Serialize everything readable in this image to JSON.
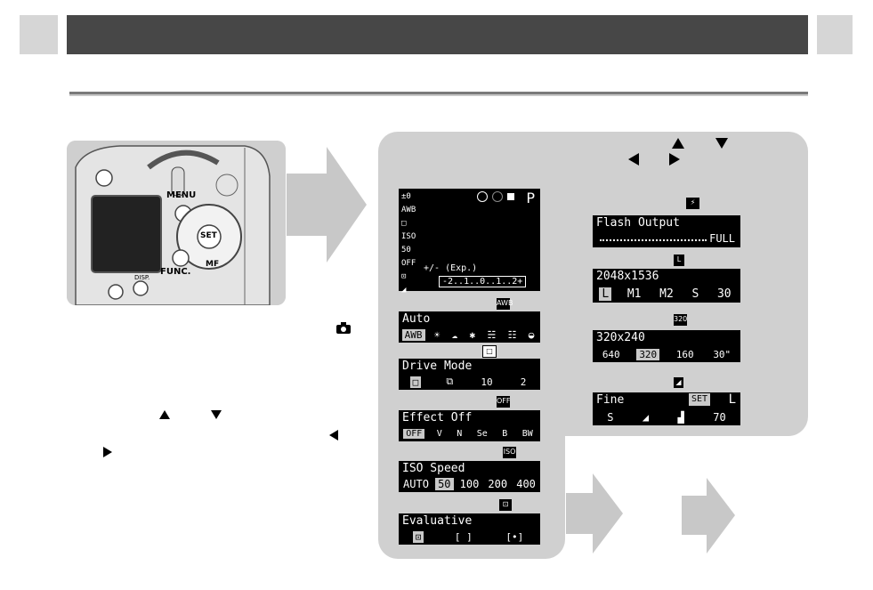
{
  "header": {
    "bar_color": "#474747",
    "tab_color": "#d6d6d6"
  },
  "triangle_icons": [
    "up-triangle",
    "down-triangle",
    "left-triangle",
    "right-triangle"
  ],
  "camera": {
    "labels": {
      "menu": "MENU",
      "set": "SET",
      "func": "FUNC.",
      "mf": "MF",
      "disp": "DISP."
    }
  },
  "lcd_main": {
    "icons": [
      "±0",
      "AWB",
      "□",
      "ISO 50",
      "OFF",
      "⊡",
      "◢"
    ],
    "mode": "P",
    "exp_label": "+/- (Exp.)",
    "scale": "-2..1..0..1..2+"
  },
  "menus": [
    {
      "badge": "AWB",
      "title": "Auto",
      "options": [
        "AWB",
        "☀",
        "☁",
        "✱",
        "☵",
        "☷",
        "◒"
      ],
      "selected": 0
    },
    {
      "badge": "□",
      "title": "Drive Mode",
      "options": [
        "□",
        "⧉",
        "10",
        "2"
      ],
      "selected": 0
    },
    {
      "badge": "OFF",
      "title": "Effect Off",
      "options": [
        "OFF",
        "V",
        "N",
        "Se",
        "B",
        "BW"
      ],
      "selected": 0
    },
    {
      "badge": "ISO",
      "title": "ISO Speed",
      "options": [
        "AUTO",
        "50",
        "100",
        "200",
        "400"
      ],
      "selected": 1
    },
    {
      "badge": "⊡",
      "title": "Evaluative",
      "options": [
        "⊡",
        "[ ]",
        "[•]"
      ],
      "selected": 0
    }
  ],
  "right_menus": [
    {
      "badge": "⚡",
      "title": "Flash Output",
      "scale_end": "FULL"
    },
    {
      "badge": "L",
      "title": "2048x1536",
      "options": [
        "L",
        "M1",
        "M2",
        "S",
        "30"
      ],
      "selected": 0
    },
    {
      "badge": "320",
      "title": "320x240",
      "options": [
        "640",
        "320",
        "160",
        "30\""
      ],
      "selected": 1
    },
    {
      "badge": "◢",
      "title": "Fine",
      "title_right": "L",
      "set_label": "SET",
      "options": [
        "S",
        "◢",
        "▟",
        "70"
      ],
      "selected": -1
    }
  ]
}
